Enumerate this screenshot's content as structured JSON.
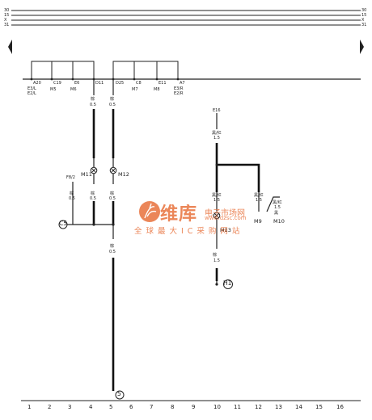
{
  "bus_labels": {
    "left": [
      "30",
      "15",
      "X",
      "31"
    ],
    "right": [
      "30",
      "15",
      "X",
      "31"
    ]
  },
  "connectors_left": [
    {
      "pin": "A20",
      "labels": [
        "E3/L",
        "E2/L"
      ]
    },
    {
      "pin": "C19",
      "labels": [
        "M5"
      ]
    },
    {
      "pin": "E6",
      "labels": [
        "M6"
      ]
    },
    {
      "pin": "D11",
      "labels": []
    }
  ],
  "connectors_right": [
    {
      "pin": "D25",
      "labels": []
    },
    {
      "pin": "C8",
      "labels": [
        "M7"
      ]
    },
    {
      "pin": "E11",
      "labels": [
        "M8"
      ]
    },
    {
      "pin": "A7",
      "labels": [
        "E3/R",
        "E2/R"
      ]
    }
  ],
  "wires": {
    "d11": [
      "棕",
      "0.5"
    ],
    "d25": [
      "棕",
      "0.5"
    ],
    "m11_below": [
      "棕",
      "0.5"
    ],
    "m12_below": [
      "棕",
      "0.5"
    ],
    "f82": [
      "棕",
      "0.5"
    ],
    "main": [
      "棕",
      "0.5"
    ],
    "e16": [
      "黑/红",
      "1.5"
    ],
    "m13_in": [
      "黑/红",
      "1.5"
    ],
    "m9_in": [
      "黑/红",
      "1.5"
    ],
    "m10_in": [
      "黑/红",
      "1.5"
    ],
    "m13_out": [
      "棕",
      "1.5"
    ]
  },
  "pins": {
    "e16": "E16",
    "f82": "F8/2",
    "m10_term": "黑"
  },
  "components": {
    "m11": "M11",
    "m12": "M12",
    "m13": "M13",
    "m9": "M9",
    "m10": "M10"
  },
  "refs": {
    "c5": "C5",
    "ground5": "5",
    "h1": "H1"
  },
  "watermark": {
    "brand": "维库",
    "sub": "电子市场网",
    "url": "www.dzsc.com",
    "slogan": "全球最大IC采购网站"
  },
  "columns": [
    "1",
    "2",
    "3",
    "4",
    "5",
    "6",
    "7",
    "8",
    "9",
    "10",
    "11",
    "12",
    "13",
    "14",
    "15",
    "16"
  ]
}
